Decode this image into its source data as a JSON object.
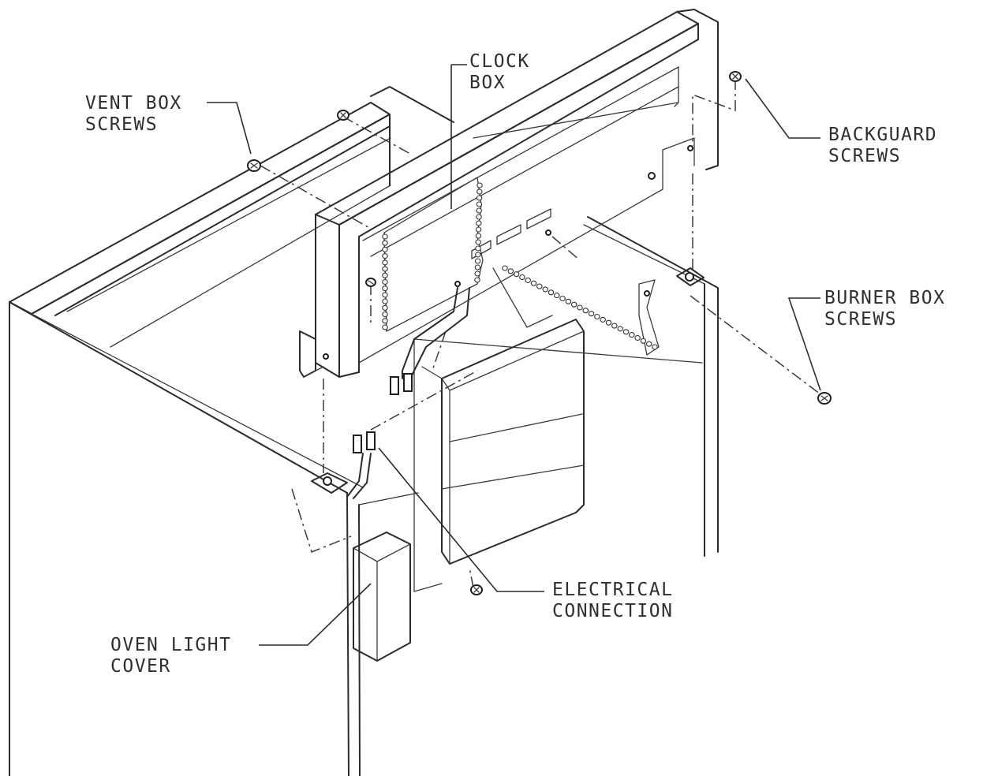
{
  "labels": {
    "clock_box": [
      "CLOCK",
      "BOX"
    ],
    "vent_box_screws": [
      "VENT BOX",
      "SCREWS"
    ],
    "backguard_screws": [
      "BACKGUARD",
      "SCREWS"
    ],
    "burner_box_screws": [
      "BURNER BOX",
      "SCREWS"
    ],
    "electrical_connection": [
      "ELECTRICAL",
      "CONNECTION"
    ],
    "oven_light_cover": [
      "OVEN LIGHT",
      "COVER"
    ]
  },
  "icons": {
    "screw": "screw-icon",
    "connector": "plug-connector-icon",
    "chain": "bead-chain-icon"
  },
  "colors": {
    "line": "#2b2b2b",
    "background": "#ffffff"
  }
}
